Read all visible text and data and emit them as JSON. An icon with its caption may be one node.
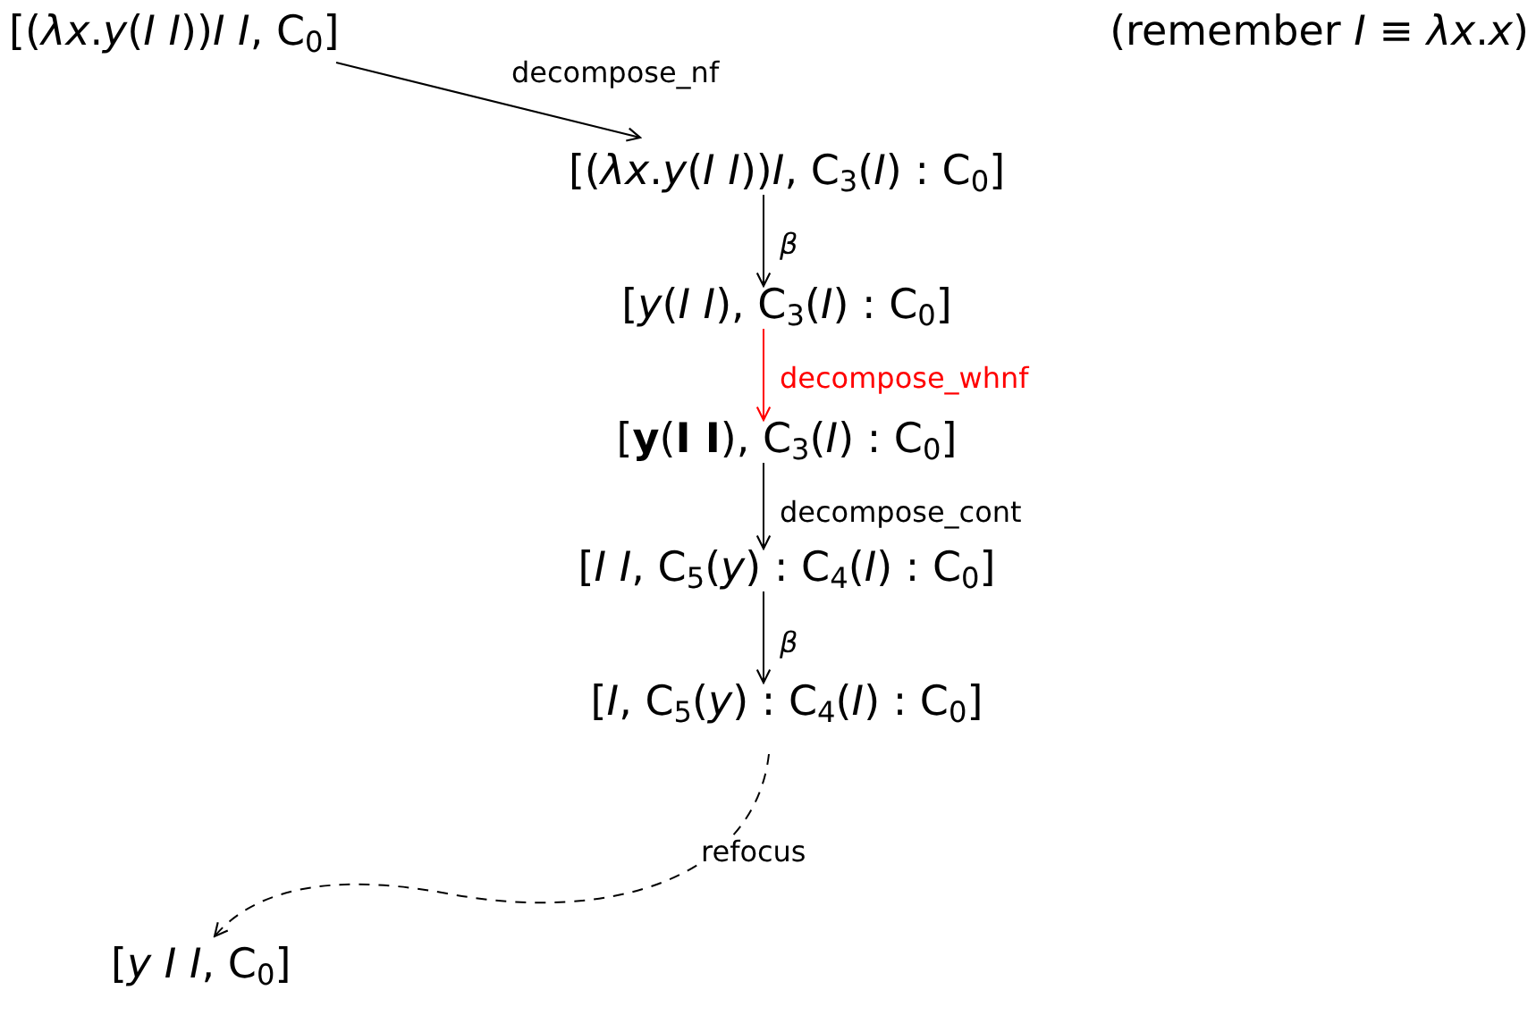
{
  "diagram": {
    "nodes": [
      {
        "text": [
          "[(*λx*.*y*(*I I*))*I I*,  C$_{0}$]"
        ]
      },
      {
        "text": [
          "[(*λx*.*y*(*I I*))*I*,  C$_{3}$(*I*) : C$_{0}$]"
        ]
      },
      {
        "text": [
          "[*y*(*I I*),  C$_{3}$(*I*) : C$_{0}$]"
        ]
      },
      {
        "text": [
          "[**y**(**I I**),  C$_{3}$(*I*) : C$_{0}$]"
        ]
      },
      {
        "text": [
          "[*I I*,  C$_{5}$(*y*) : C$_{4}$(*I*) : C$_{0}$]"
        ]
      },
      {
        "text": [
          "[*I*,  C$_{5}$(*y*) : C$_{4}$(*I*) : C$_{0}$]"
        ]
      },
      {
        "text": [
          "[*y I I*,  C$_{0}$]"
        ]
      }
    ],
    "edges": [
      {
        "from": 0,
        "to": 1,
        "arrow": "to",
        "label": "decompose_nf"
      },
      {
        "from": 1,
        "to": 2,
        "arrow": "to",
        "label": "β"
      },
      {
        "from": 2,
        "to": 3,
        "arrow": "to",
        "label": "decompose_whnf",
        "color": "#ff0000"
      },
      {
        "from": 3,
        "to": 4,
        "arrow": "to",
        "label": "decompose_cont"
      },
      {
        "from": 4,
        "to": 5,
        "arrow": "to",
        "label": "β"
      },
      {
        "from": 5,
        "to": 6,
        "arrow": "to",
        "label": "refocus",
        "style": "dashed"
      }
    ],
    "labels": [
      "(remember *I* ≡ *λx*.*x*)"
    ]
  }
}
